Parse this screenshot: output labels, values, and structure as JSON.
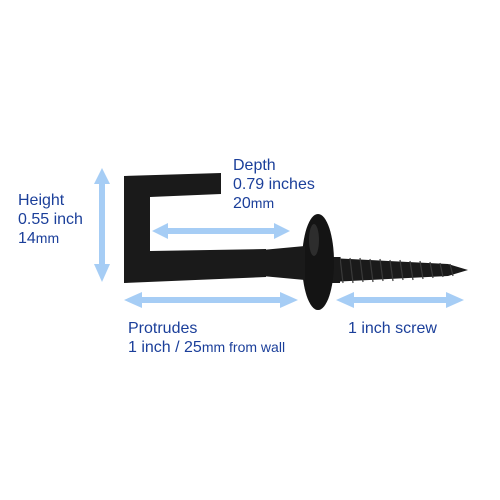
{
  "height": {
    "title": "Height",
    "inch_value": "0.55 inch",
    "mm_number": "14",
    "mm_unit": "mm"
  },
  "depth": {
    "title": "Depth",
    "inch_value": "0.79 inches",
    "mm_number": "20",
    "mm_unit": "mm"
  },
  "protrudes": {
    "title": "Protrudes",
    "inch_value": "1 inch / 25",
    "mm_unit": "mm",
    "suffix": " from wall"
  },
  "screw": {
    "label": "1 inch screw"
  },
  "colors": {
    "label_text": "#1b3f9a",
    "arrow": "#a6cdf5",
    "hook": "#1a1a1a"
  }
}
